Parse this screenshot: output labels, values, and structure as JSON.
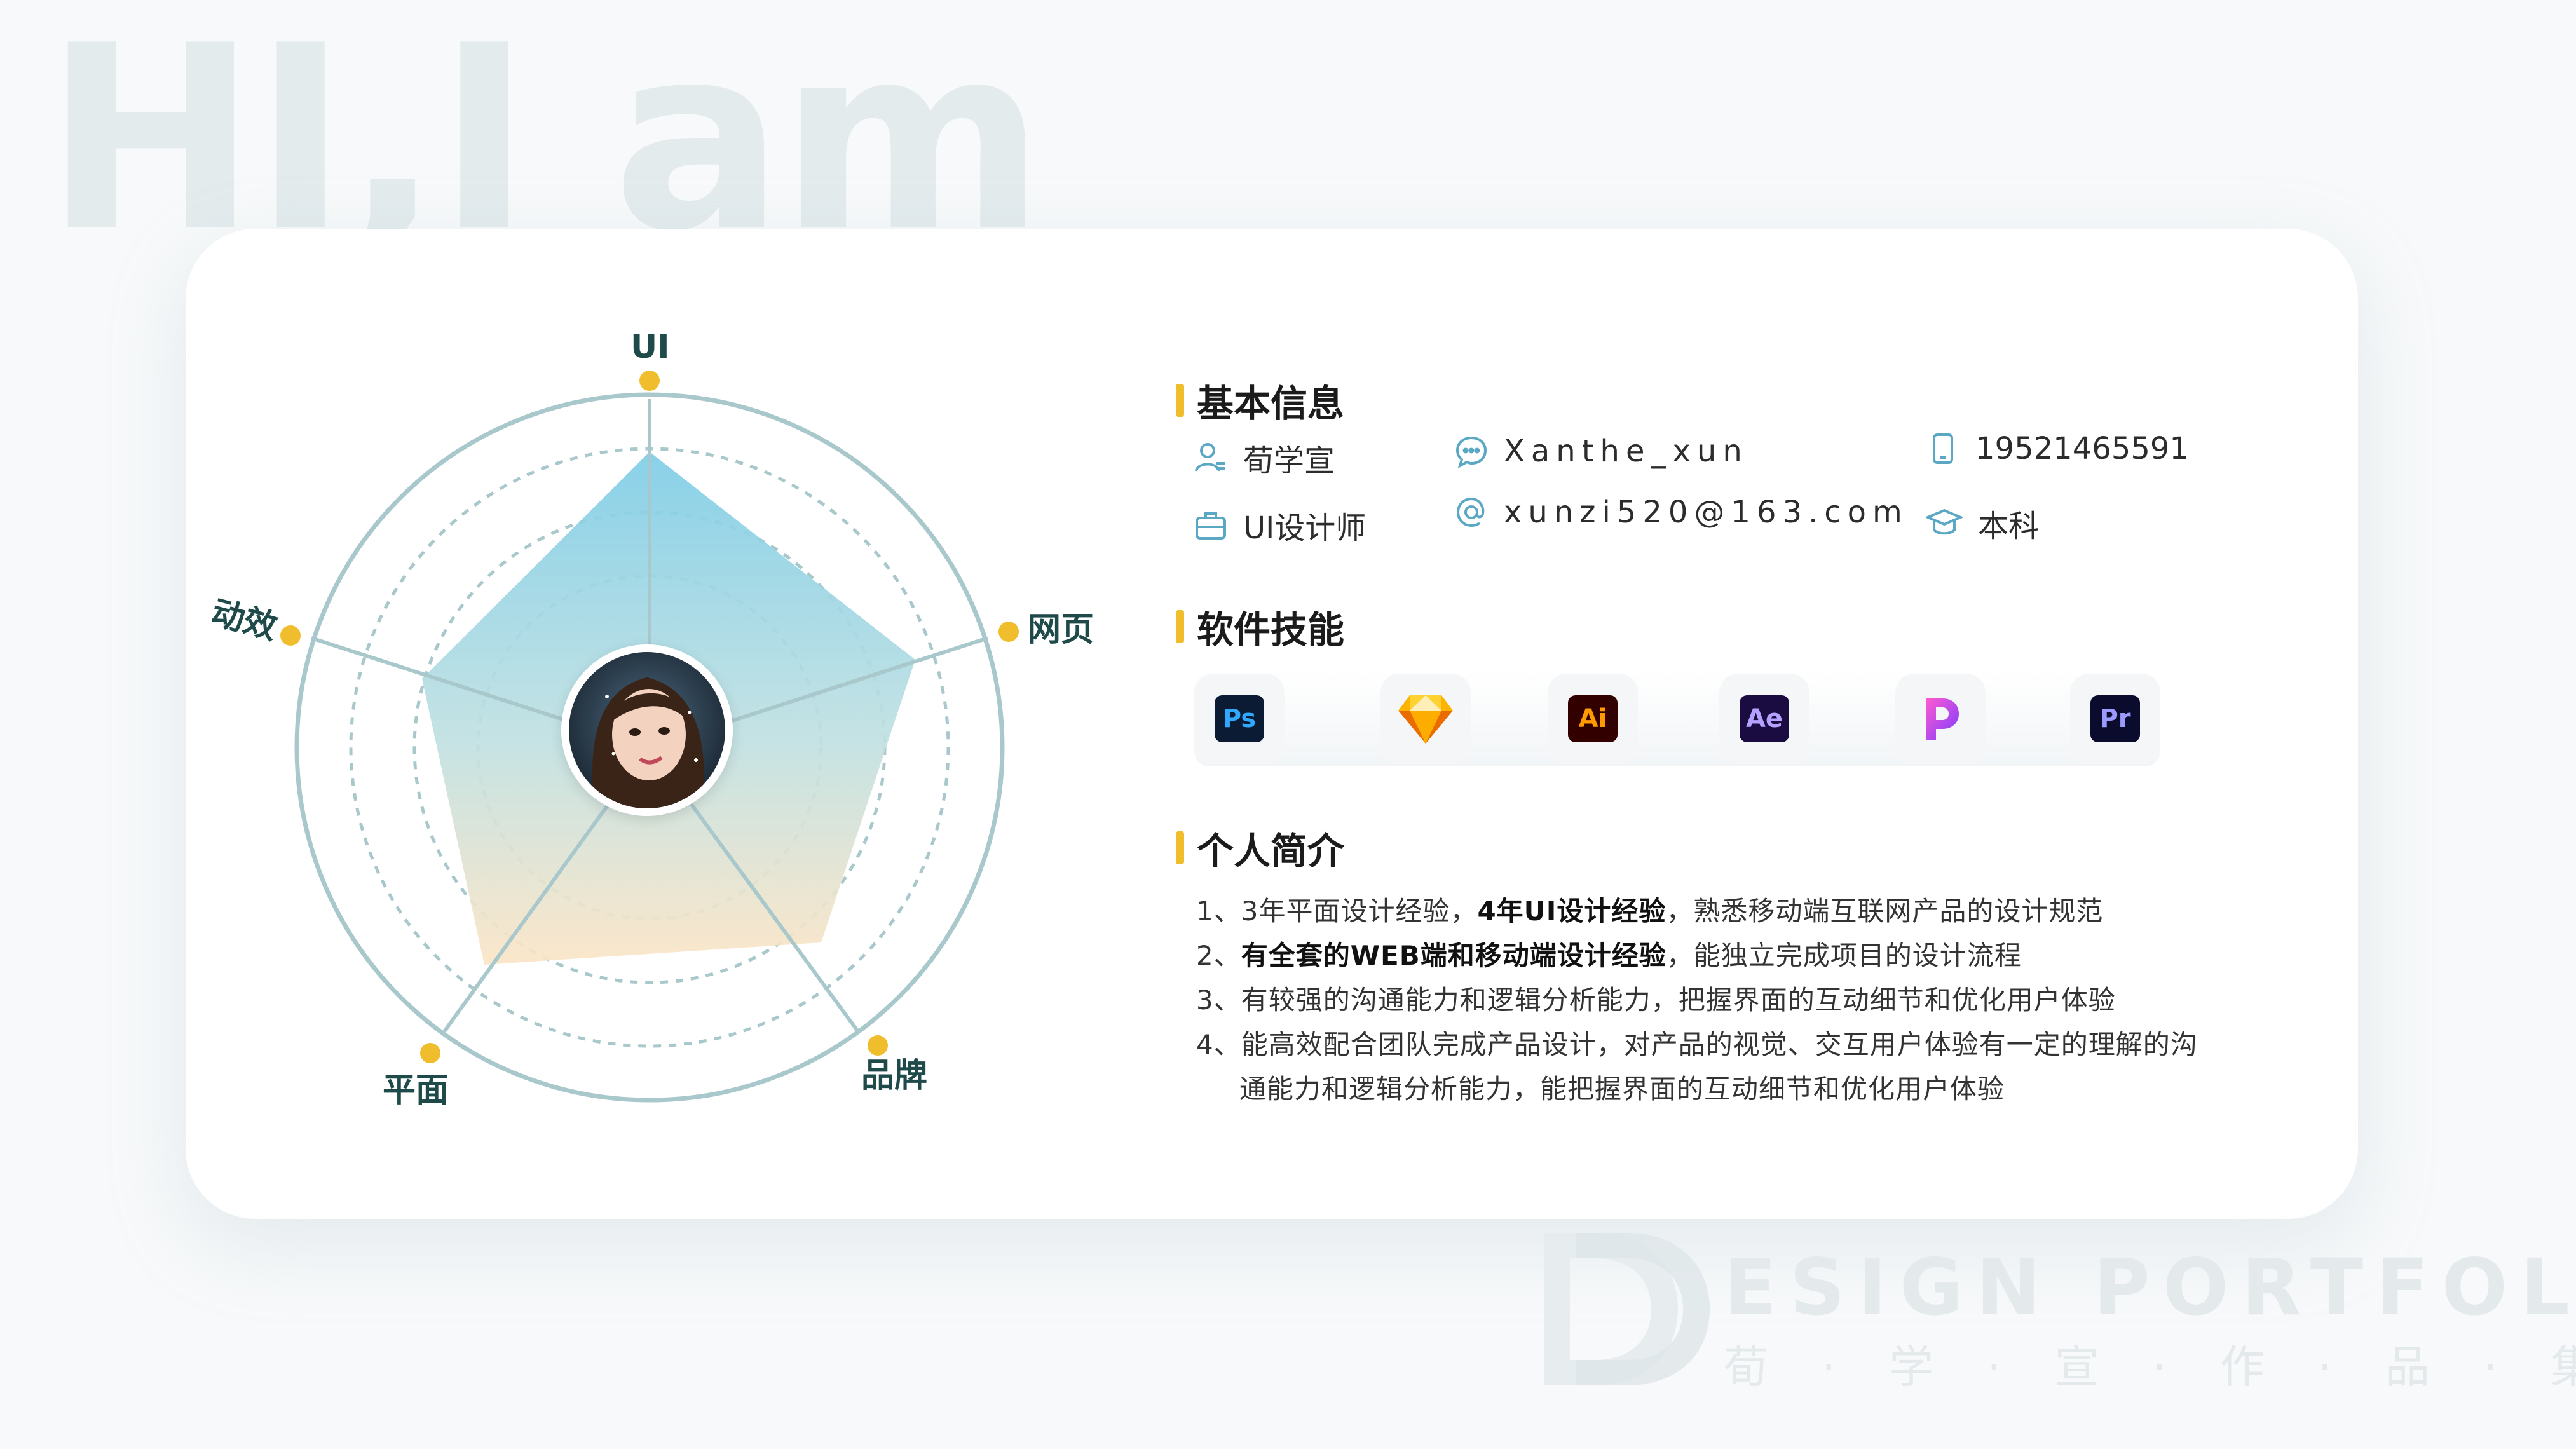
{
  "background_title": "HI,I am",
  "radar": {
    "axes": [
      "UI",
      "网页",
      "品牌",
      "平面",
      "动效"
    ],
    "accent_dot_color": "#f0be2c"
  },
  "basic_info": {
    "heading": "基本信息",
    "name": "荀学宣",
    "wechat": "Xanthe_xun",
    "phone": "19521465591",
    "job": "UI设计师",
    "email": "xunzi520@163.com",
    "education": "本科"
  },
  "software": {
    "heading": "软件技能",
    "apps": [
      {
        "icon": "photoshop-icon",
        "label": "Ps"
      },
      {
        "icon": "sketch-icon",
        "label": ""
      },
      {
        "icon": "illustrator-icon",
        "label": "Ai"
      },
      {
        "icon": "after-effects-icon",
        "label": "Ae"
      },
      {
        "icon": "pixso-icon",
        "label": ""
      },
      {
        "icon": "premiere-icon",
        "label": "Pr"
      }
    ]
  },
  "intro": {
    "heading": "个人简介",
    "line1_a": "1、3年平面设计经验，",
    "line1_b": "4年UI设计经验",
    "line1_c": "，熟悉移动端互联网产品的设计规范",
    "line2_a": "2、",
    "line2_b": "有全套的WEB端和移动端设计经验",
    "line2_c": "，能独立完成项目的设计流程",
    "line3": "3、有较强的沟通能力和逻辑分析能力，把握界面的互动细节和优化用户体验",
    "line4": "4、能高效配合团队完成产品设计，对产品的视觉、交互用户体验有一定的理解的沟",
    "line5": "通能力和逻辑分析能力，能把握界面的互动细节和优化用户体验"
  },
  "watermark": {
    "title": "ESIGN PORTFOLIO",
    "subtitle": "荀·学·宣·作·品·集"
  },
  "colors": {
    "accent": "#f0be2c",
    "radar_line": "#a9c8cc",
    "label": "#1f4a4a"
  }
}
